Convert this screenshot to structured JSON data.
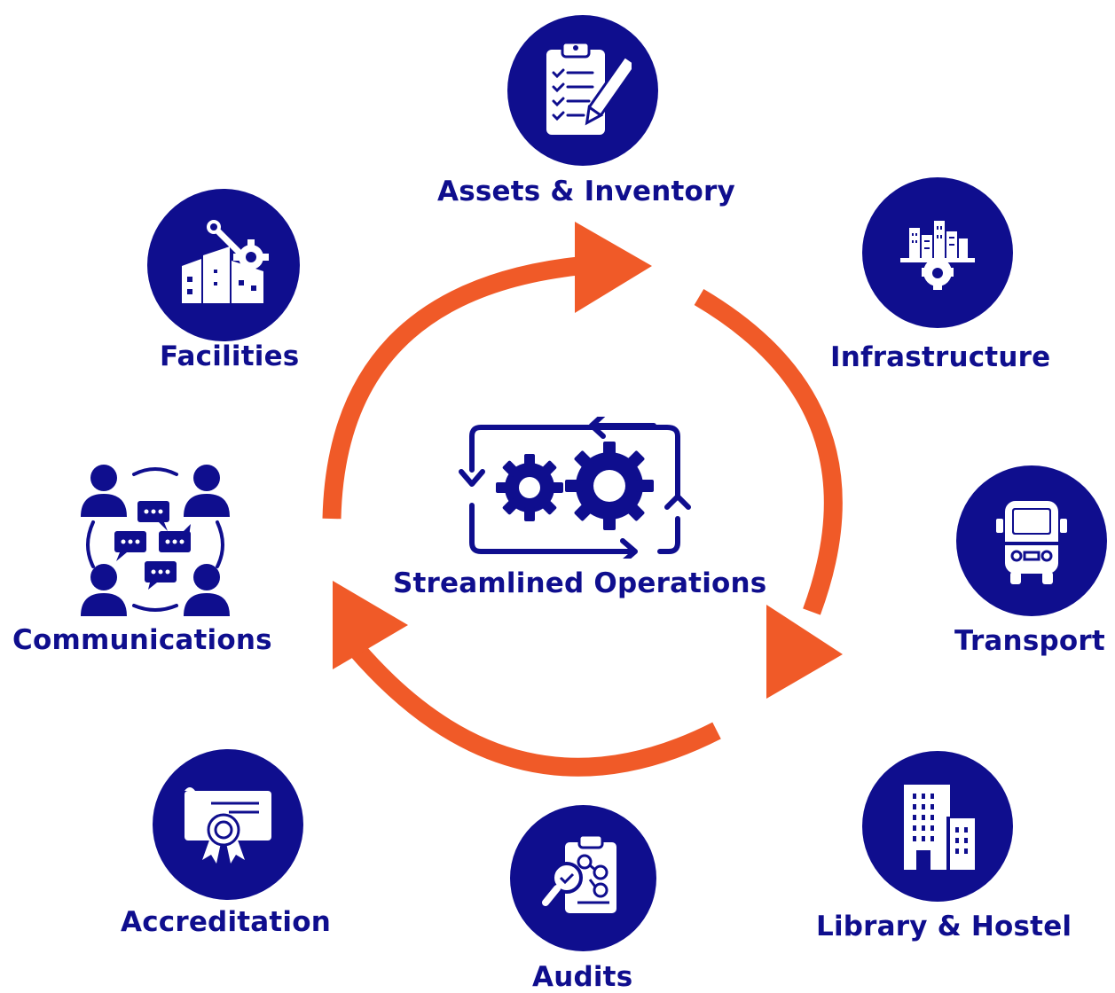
{
  "colors": {
    "navy": "#0f0e8e",
    "orange": "#f05a28",
    "white": "#ffffff"
  },
  "center": {
    "title": "Streamlined Operations",
    "icon": "gears-cycle-icon"
  },
  "nodes": [
    {
      "key": "assets",
      "label": "Assets & Inventory",
      "icon": "clipboard-checklist-icon"
    },
    {
      "key": "infrastructure",
      "label": "Infrastructure",
      "icon": "city-gear-icon"
    },
    {
      "key": "transport",
      "label": "Transport",
      "icon": "bus-icon"
    },
    {
      "key": "library",
      "label": "Library & Hostel",
      "icon": "buildings-icon"
    },
    {
      "key": "audits",
      "label": "Audits",
      "icon": "audit-report-icon"
    },
    {
      "key": "accreditation",
      "label": "Accreditation",
      "icon": "certificate-icon"
    },
    {
      "key": "communications",
      "label": "Communications",
      "icon": "people-chat-icon"
    },
    {
      "key": "facilities",
      "label": "Facilities",
      "icon": "facility-maintenance-icon"
    }
  ]
}
